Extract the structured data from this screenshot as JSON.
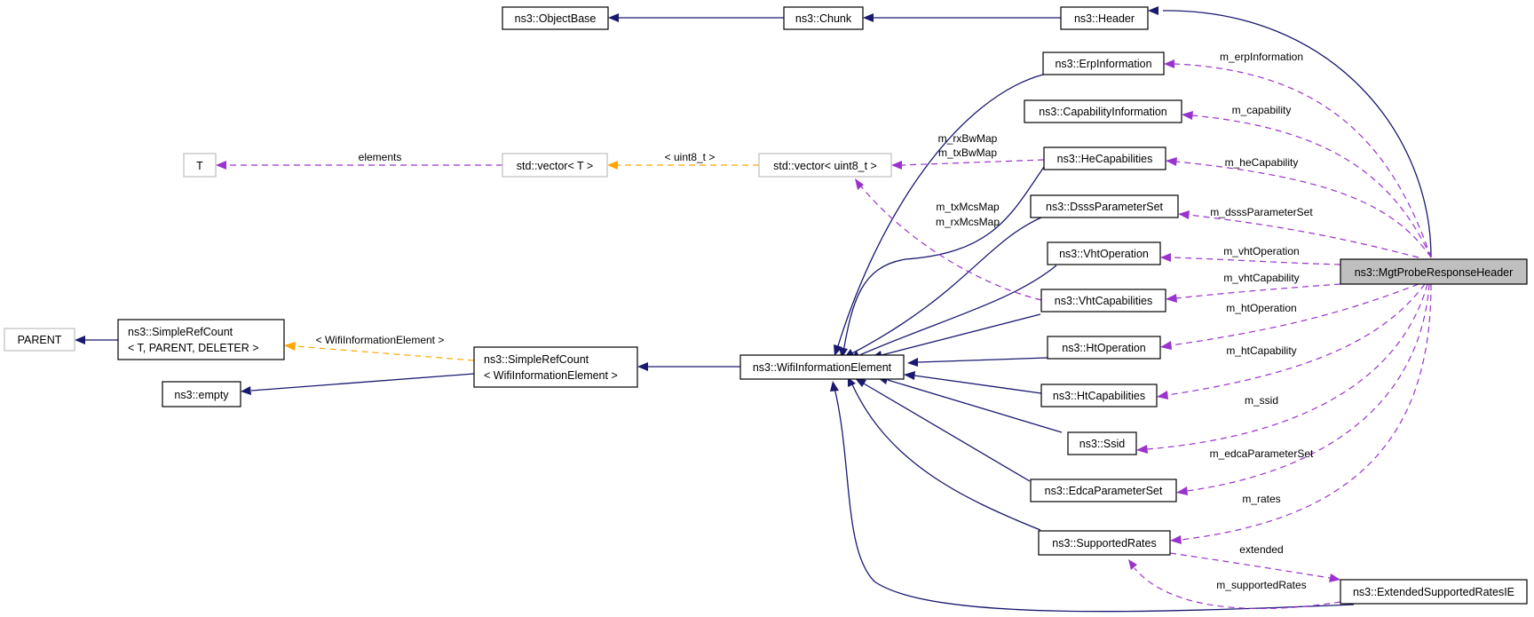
{
  "colors": {
    "inheritance": "#191970",
    "usage": "#9a32cd",
    "template_instance": "#ffa500",
    "focus_fill": "#bfbfbf",
    "template_border": "#bfbfbf"
  },
  "nodes": {
    "object_base": "ns3::ObjectBase",
    "chunk": "ns3::Chunk",
    "header": "ns3::Header",
    "erp": "ns3::ErpInformation",
    "capinfo": "ns3::CapabilityInformation",
    "hecap": "ns3::HeCapabilities",
    "dsss": "ns3::DsssParameterSet",
    "vhtop": "ns3::VhtOperation",
    "vhtcap": "ns3::VhtCapabilities",
    "htop": "ns3::HtOperation",
    "htcap": "ns3::HtCapabilities",
    "ssid": "ns3::Ssid",
    "edca": "ns3::EdcaParameterSet",
    "rates": "ns3::SupportedRates",
    "extrates": "ns3::ExtendedSupportedRatesIE",
    "focus": "ns3::MgtProbeResponseHeader",
    "wie": "ns3::WifiInformationElement",
    "srcwie": [
      "ns3::SimpleRefCount",
      "< WifiInformationElement >"
    ],
    "srcgen": [
      "ns3::SimpleRefCount",
      "< T, PARENT, DELETER >"
    ],
    "parent": "PARENT",
    "empty": "ns3::empty",
    "t": "T",
    "vec_t": "std::vector< T >",
    "vec_u8": "std::vector< uint8_t >"
  },
  "edge_labels": {
    "elements": "elements",
    "uint8": "< uint8_t >",
    "bw": [
      "m_rxBwMap",
      "m_txBwMap"
    ],
    "mcs": [
      "m_txMcsMap",
      "m_rxMcsMap"
    ],
    "wie_arg": "< WifiInformationElement >",
    "erp": "m_erpInformation",
    "capinfo": "m_capability",
    "hecap": "m_heCapability",
    "dsss": "m_dsssParameterSet",
    "vhtop": "m_vhtOperation",
    "vhtcap": "m_vhtCapability",
    "htop": "m_htOperation",
    "htcap": "m_htCapability",
    "ssid": "m_ssid",
    "edca": "m_edcaParameterSet",
    "rates": "m_rates",
    "extended": "extended",
    "supported": "m_supportedRates"
  }
}
